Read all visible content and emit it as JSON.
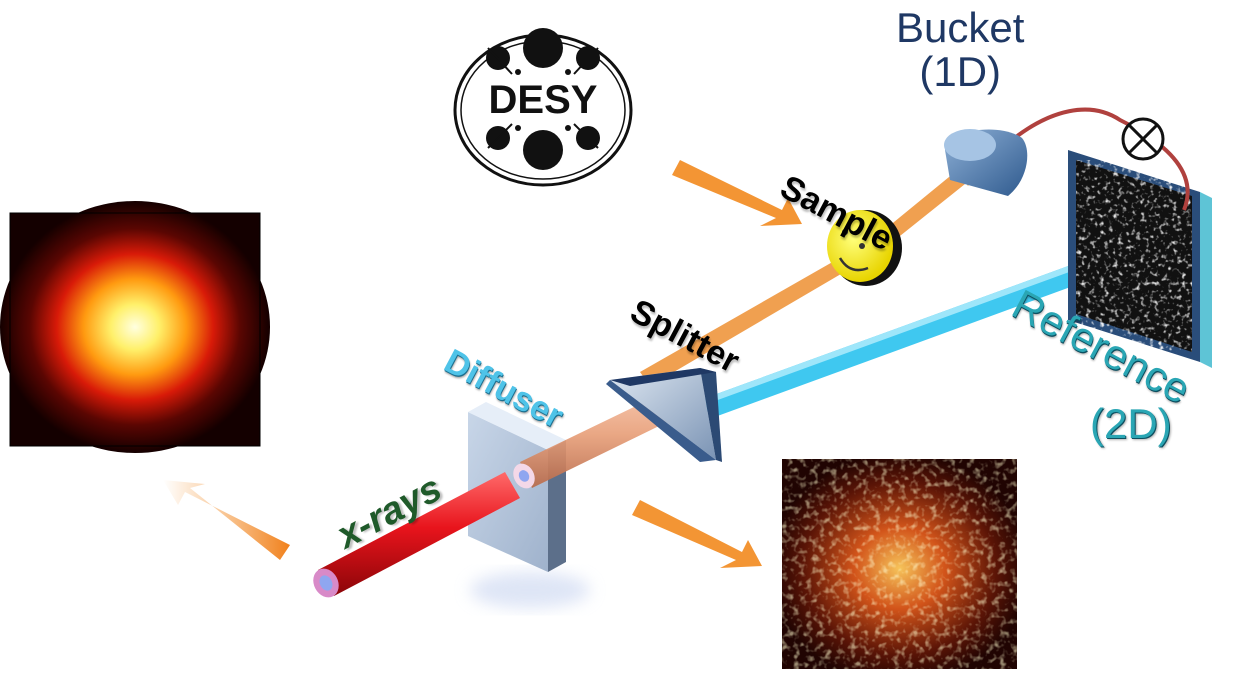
{
  "labels": {
    "desy": "DESY",
    "bucket_line1": "Bucket",
    "bucket_line2": "(1D)",
    "sample": "Sample",
    "splitter": "Splitter",
    "diffuser": "Diffuser",
    "xrays": "x-rays",
    "reference_line1": "Reference",
    "reference_line2": "(2D)"
  },
  "icons": {
    "detector_symbol": "circled-times-icon",
    "sample_face": "smiley-icon"
  },
  "colors": {
    "xray_beam": "#e8141c",
    "transmitted_beam": "#e8a07a",
    "sample_beam": "#f0a050",
    "reference_beam": "#3fc8f0",
    "hint_arrow": "#f28a1e",
    "navy_text": "#1f3864",
    "cyan_text": "#4fc3e8",
    "cable": "#b0413e"
  }
}
